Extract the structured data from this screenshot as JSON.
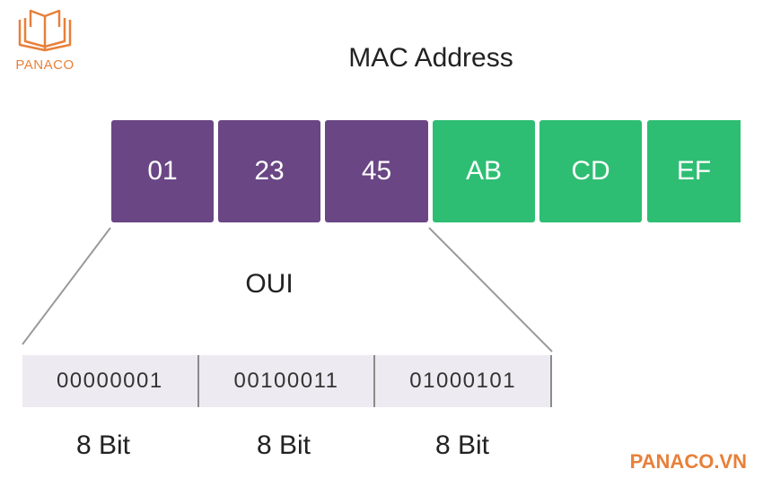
{
  "logo": {
    "text": "PANACO",
    "color": "#E8803A"
  },
  "title": "MAC Address",
  "octets": [
    {
      "value": "01",
      "group": "oui"
    },
    {
      "value": "23",
      "group": "oui"
    },
    {
      "value": "45",
      "group": "oui"
    },
    {
      "value": "AB",
      "group": "nic"
    },
    {
      "value": "CD",
      "group": "nic"
    },
    {
      "value": "EF",
      "group": "nic"
    }
  ],
  "colors": {
    "oui": "#6A4685",
    "nic": "#2EBE73",
    "bits_background": "#EDEAF1",
    "brand": "#E8803A"
  },
  "oui_label": "OUI",
  "bits": [
    "00000001",
    "00100011",
    "01000101"
  ],
  "bit_sizes": [
    "8 Bit",
    "8 Bit",
    "8 Bit"
  ],
  "brand": "PANACO.VN"
}
